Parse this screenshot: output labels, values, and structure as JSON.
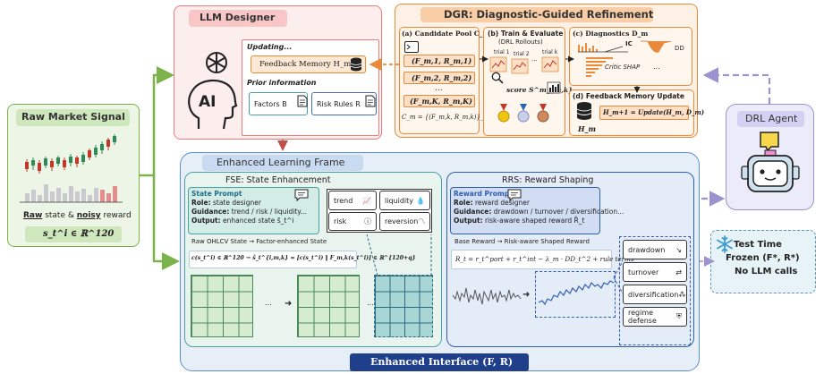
{
  "raw": {
    "title": "Raw Market Signal",
    "caption_bold1": "Raw",
    "caption_mid": " state & ",
    "caption_bold2": "noisy",
    "caption_end": " reward",
    "state_formula": "s_t^i ∈ ℝ^120"
  },
  "llm": {
    "title": "LLM Designer",
    "updating": "Updating...",
    "feedback_memory": "Feedback Memory H_m",
    "prior": "Prior information",
    "factors": "Factors B",
    "risk_rules": "Risk Rules R",
    "ai_label": "AI"
  },
  "dgr": {
    "title": "DGR: Diagnostic-Guided Refinement",
    "pool_title": "(a) Candidate Pool C_m",
    "pool_items": [
      "(F_m,1, R_m,1)",
      "(F_m,2, R_m,2)",
      "...",
      "(F_m,K, R_m,K)"
    ],
    "pool_formula": "C_m = {(F_m,k, R_m,k)}_{k=1}^K",
    "train_title": "(b) Train & Evaluate",
    "train_sub": "(DRL Rollouts)",
    "trials": [
      "trial 1",
      "trial 2",
      "trial k"
    ],
    "trial_dots": "...",
    "score": "score S^m_{m,k}",
    "diag_title": "(c) Diagnostics D_m",
    "diag_ic": "IC",
    "diag_dd": "DD",
    "diag_shap": "Critic SHAP",
    "diag_dots": "...",
    "fm_title": "(d) Feedback Memory Update",
    "fm_formula": "H_m+1 = Update(H_m, D_m)",
    "fm_h": "H_m"
  },
  "drl": {
    "title": "DRL Agent"
  },
  "test": {
    "line1": "Test Time",
    "line2": "Frozen (F*, R*)",
    "line3": "No LLM calls"
  },
  "elf": {
    "title": "Enhanced Learning Frame",
    "interface": "Enhanced Interface (F, R)"
  },
  "fse": {
    "title": "FSE: State Enhancement",
    "prompt_title": "State Prompt",
    "role_k": "Role:",
    "role_v": " state designer",
    "guid_k": "Guidance:",
    "guid_v": " trend / risk / liquidity...",
    "out_k": "Output:",
    "out_v": " enhanced state s̃_t^i",
    "factor_tags": [
      "trend",
      "liquidity",
      "risk",
      "reversion"
    ],
    "flow": "Raw OHLCV State → Factor-enhanced State",
    "formula": "c(s_t^i) ∈ ℝ^120 → s̃_t^{i,m,k} = [c(s_t^i) ‖ F_m,k(s_t^i)] ∈ ℝ^{120+q}",
    "dots": "..."
  },
  "rrs": {
    "title": "RRS: Reward Shaping",
    "prompt_title": "Reward Prompt",
    "role_k": "Role:",
    "role_v": " reward designer",
    "guid_k": "Guidance:",
    "guid_v": " drawdown / turnover / diversification...",
    "out_k": "Output:",
    "out_v": " risk-aware shaped reward R̃_t",
    "flow": "Base Reward → Risk-aware Shaped Reward",
    "formula": "R_t = r_t^port + r_t^int − λ_m · DD_t^2 + rule terms",
    "tags": [
      "drawdown",
      "turnover",
      "diversification",
      "regime defense"
    ]
  },
  "colors": {
    "green": "#7cb24a",
    "pink": "#e87b7b",
    "orange": "#e98a3a",
    "blue": "#5b8fd0",
    "purple": "#9a93cf"
  }
}
